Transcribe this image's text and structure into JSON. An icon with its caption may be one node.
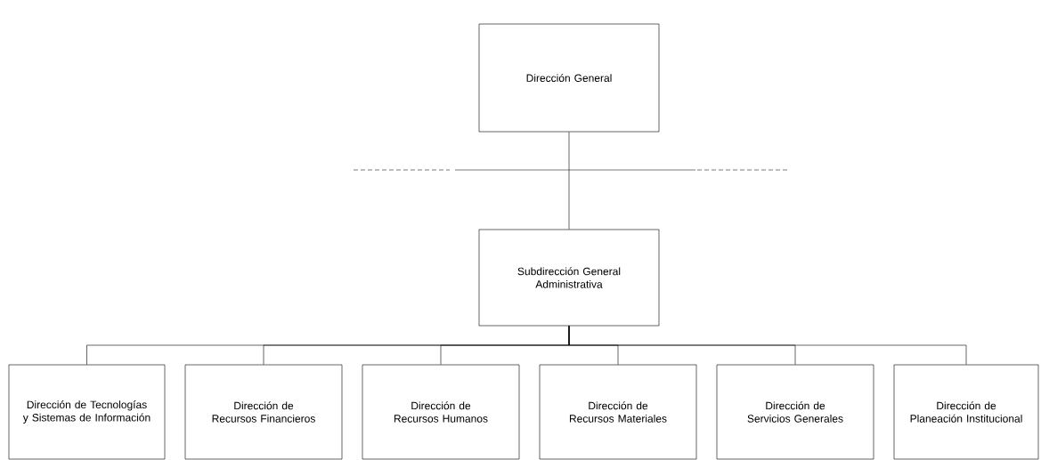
{
  "diagram": {
    "nodes": [
      {
        "text": [
          "Dirección General"
        ]
      },
      {
        "text": [
          "Subdirección General Administrativa"
        ]
      },
      {
        "text": [
          "Dirección de Tecnologías y Sistemas de Información"
        ]
      },
      {
        "text": [
          "Dirección de Recursos Financieros"
        ]
      },
      {
        "text": [
          "Dirección de Recursos Humanos"
        ]
      },
      {
        "text": [
          "Dirección de Recursos Materiales"
        ]
      },
      {
        "text": [
          "Dirección de Servicios Generales"
        ]
      },
      {
        "text": [
          "Dirección de Planeación Institucional"
        ]
      }
    ],
    "edges": [
      {
        "from": 0,
        "to": 1,
        "arrow": "none"
      },
      {
        "from": 1,
        "to": 2,
        "arrow": "none"
      },
      {
        "from": 1,
        "to": 3,
        "arrow": "none"
      },
      {
        "from": 1,
        "to": 4,
        "arrow": "none"
      },
      {
        "from": 1,
        "to": 5,
        "arrow": "none"
      },
      {
        "from": 1,
        "to": 6,
        "arrow": "none"
      },
      {
        "from": 1,
        "to": 7,
        "arrow": "none"
      }
    ]
  }
}
